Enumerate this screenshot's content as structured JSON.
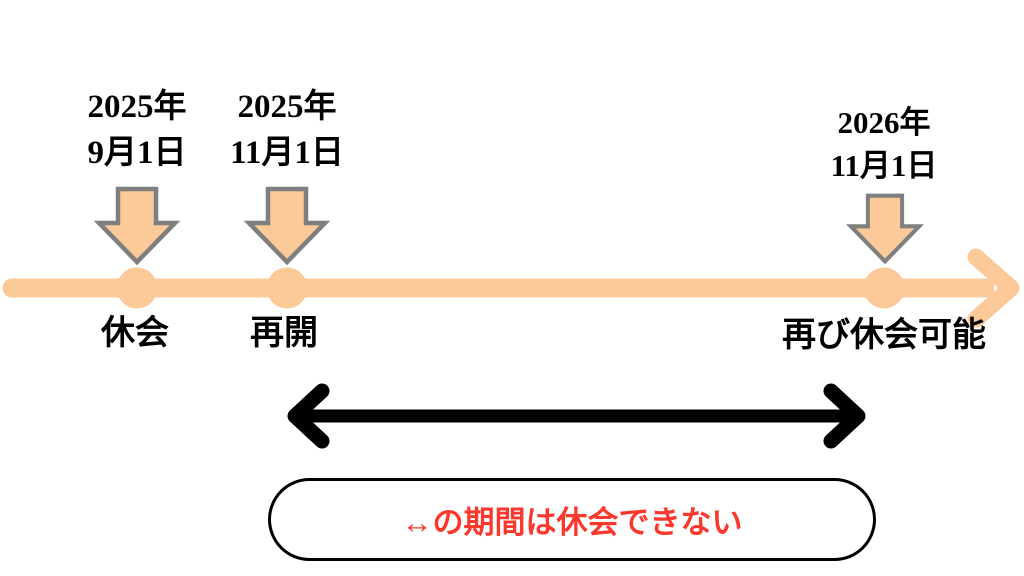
{
  "timeline": {
    "events": [
      {
        "date": [
          "2025年",
          "9月1日"
        ],
        "label": "休会"
      },
      {
        "date": [
          "2025年",
          "11月1日"
        ],
        "label": "再開"
      },
      {
        "date": [
          "2026年",
          "11月1日"
        ],
        "label": "再び休会可能"
      }
    ],
    "note": "↔の期間は休会できない",
    "colors": {
      "timeline_peach": "#FCC998",
      "arrow_outline_gray": "#7F7F7F",
      "range_arrow_black": "#000000",
      "note_red": "#FA382D",
      "note_border": "#000000",
      "background": "#FFFFFF"
    }
  }
}
